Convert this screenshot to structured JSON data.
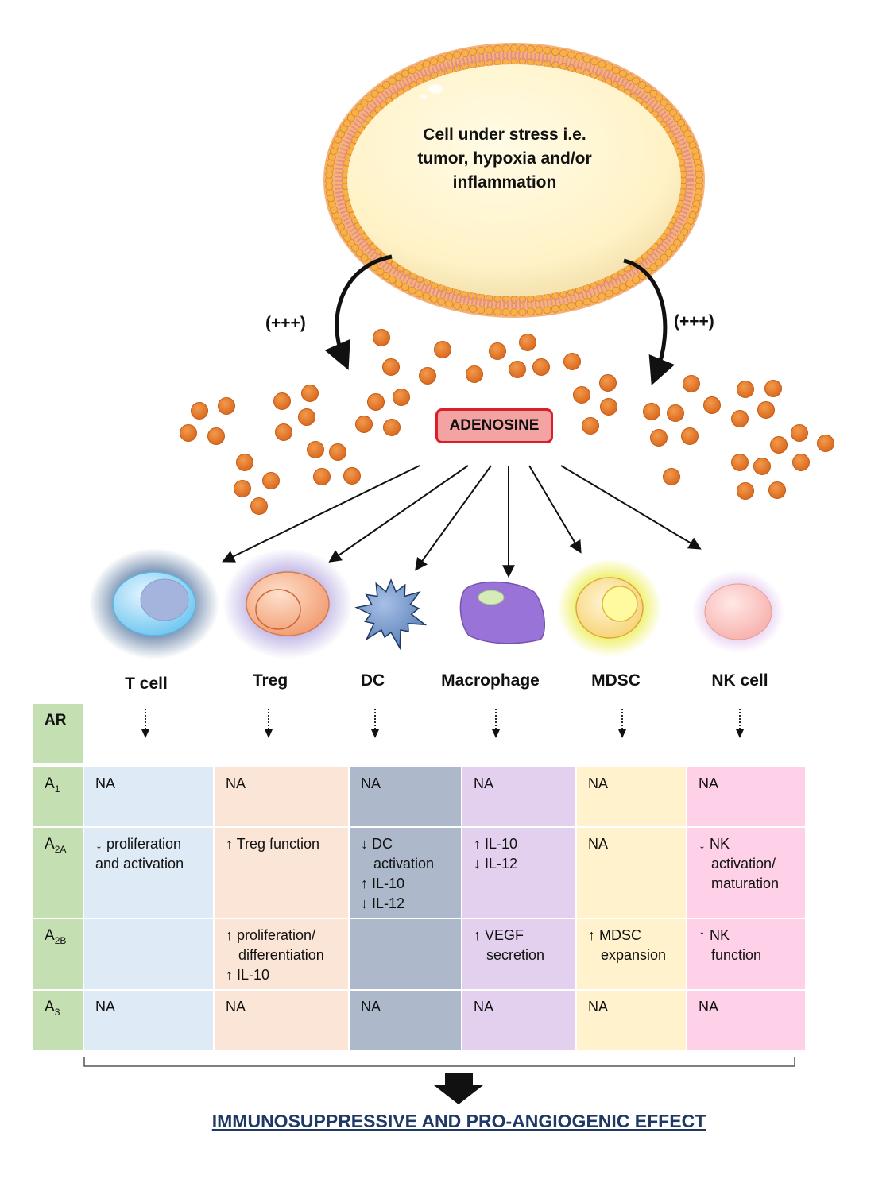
{
  "stress_cell": {
    "lines": [
      "Cell under stress i.e.",
      "tumor, hypoxia and/or",
      "inflammation"
    ]
  },
  "release_left": "(+++)",
  "release_right": "(+++)",
  "adenosine_label": "ADENOSINE",
  "cells": [
    {
      "label": "T cell",
      "icon": "t-cell-icon"
    },
    {
      "label": "Treg",
      "icon": "treg-icon"
    },
    {
      "label": "DC",
      "icon": "dendritic-cell-icon"
    },
    {
      "label": "Macrophage",
      "icon": "macrophage-icon"
    },
    {
      "label": "MDSC",
      "icon": "mdsc-icon"
    },
    {
      "label": "NK cell",
      "icon": "nk-cell-icon"
    }
  ],
  "table": {
    "ar_header": "AR",
    "rows": [
      {
        "receptor": "A",
        "subscript": "1",
        "cells": [
          [
            "NA"
          ],
          [
            "NA"
          ],
          [
            "NA"
          ],
          [
            "NA"
          ],
          [
            "NA"
          ],
          [
            "NA"
          ]
        ]
      },
      {
        "receptor": "A",
        "subscript": "2A",
        "cells": [
          [
            "↓ proliferation",
            "and activation"
          ],
          [
            "↑ Treg function"
          ],
          [
            "↓ DC",
            "activation",
            "↑ IL-10",
            "↓ IL-12"
          ],
          [
            "↑ IL-10",
            "↓ IL-12"
          ],
          [
            "NA"
          ],
          [
            "↓ NK",
            "activation/",
            "maturation"
          ]
        ]
      },
      {
        "receptor": "A",
        "subscript": "2B",
        "cells": [
          [],
          [
            "↑ proliferation/",
            "differentiation",
            "↑ IL-10"
          ],
          [],
          [
            "↑ VEGF",
            "secretion"
          ],
          [
            "↑ MDSC",
            "expansion"
          ],
          [
            "↑ NK",
            "function"
          ]
        ]
      },
      {
        "receptor": "A",
        "subscript": "3",
        "cells": [
          [
            "NA"
          ],
          [
            "NA"
          ],
          [
            "NA"
          ],
          [
            "NA"
          ],
          [
            "NA"
          ],
          [
            "NA"
          ]
        ]
      }
    ],
    "column_colors": [
      "#deebf7",
      "#fbe5d6",
      "#adb9ca",
      "#e2d0ee",
      "#fff2cc",
      "#ffd1e8"
    ],
    "ar_color": "#c4dfb1"
  },
  "conclusion": "IMMUNOSUPPRESSIVE AND PRO-ANGIOGENIC EFFECT"
}
